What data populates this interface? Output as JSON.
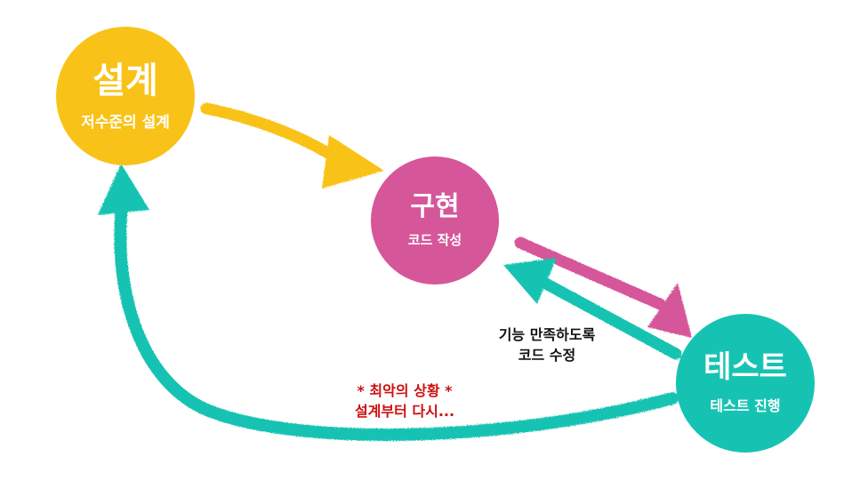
{
  "colors": {
    "design": "#f9c218",
    "implement": "#d6569a",
    "test": "#16c3b2",
    "warning_text": "#cc1111",
    "note_text": "#111111"
  },
  "nodes": {
    "design": {
      "title": "설계",
      "subtitle": "저수준의 설계"
    },
    "implement": {
      "title": "구현",
      "subtitle": "코드 작성"
    },
    "test": {
      "title": "테스트",
      "subtitle": "테스트 진행"
    }
  },
  "notes": {
    "fix_line1": "기능 만족하도록",
    "fix_line2": "코드 수정",
    "worst_line1": "* 최악의 상황 *",
    "worst_line2": "설계부터 다시..."
  },
  "arrows": [
    {
      "from": "design",
      "to": "implement",
      "color": "#f9c218"
    },
    {
      "from": "implement",
      "to": "test",
      "color": "#d6569a"
    },
    {
      "from": "test",
      "to": "implement",
      "color": "#16c3b2"
    },
    {
      "from": "test",
      "to": "design",
      "color": "#16c3b2"
    }
  ]
}
